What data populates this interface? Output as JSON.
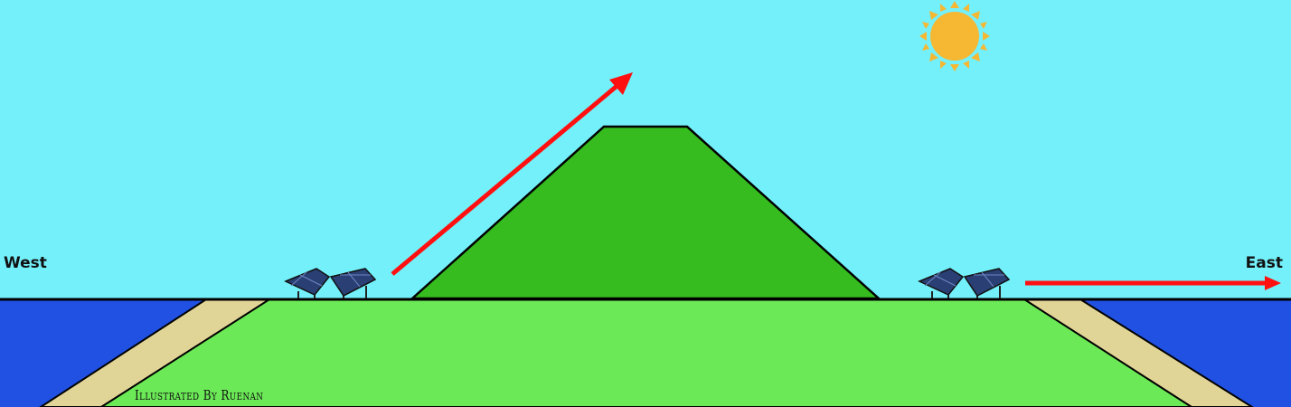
{
  "labels": {
    "west": "West",
    "east": "East",
    "credit": "Illustrated By Ruenan"
  },
  "colors": {
    "sky": "#74f0fb",
    "sea": "#2051e3",
    "sand": "#e0d496",
    "land": "#6be956",
    "mountain": "#36bc1f",
    "arrow": "#ff1010",
    "sun": "#f6b733",
    "outline": "#000000",
    "solar_panel": "#2a3f73"
  },
  "icons": {
    "sun": "sun-icon",
    "solar_panel": "solar-panel-icon",
    "arrow": "arrow"
  }
}
